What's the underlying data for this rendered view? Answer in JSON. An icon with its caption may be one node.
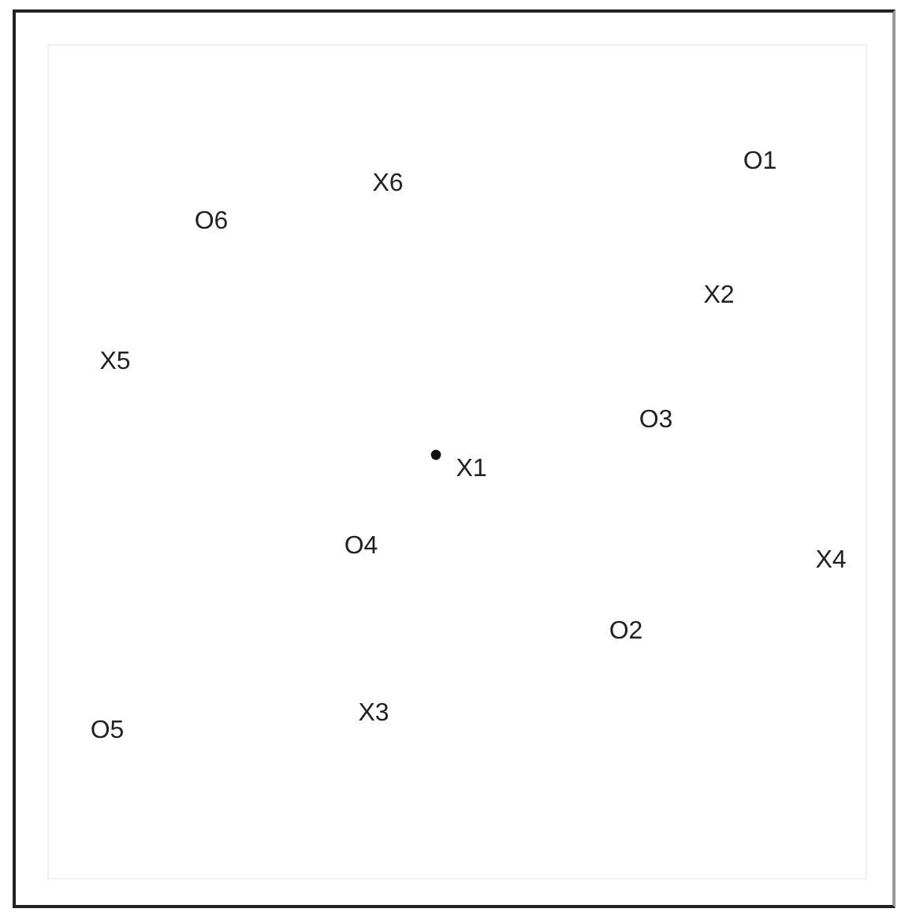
{
  "diagram": {
    "labels": [
      "O1",
      "X6",
      "O6",
      "X2",
      "X5",
      "O3",
      "X1",
      "O4",
      "X4",
      "O2",
      "X3",
      "O5"
    ]
  }
}
